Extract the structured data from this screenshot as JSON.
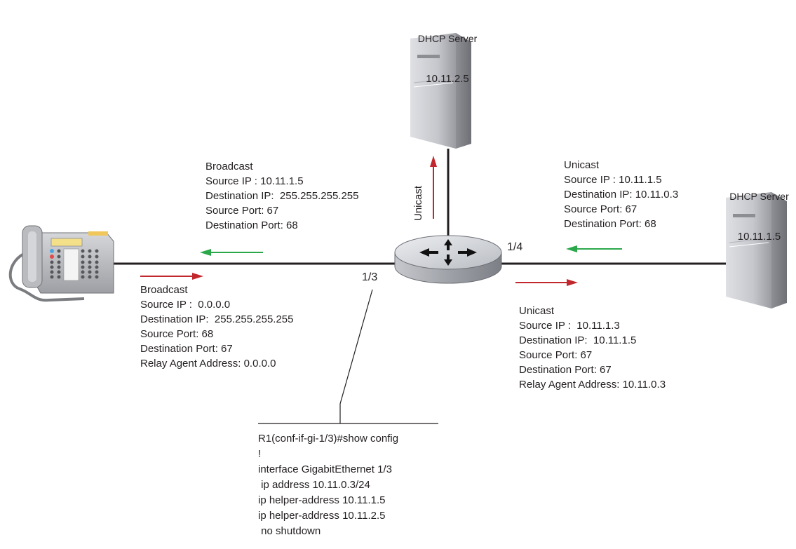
{
  "server_top": {
    "title": "DHCP Server",
    "ip": "10.11.2.5"
  },
  "server_right": {
    "title": "DHCP Server",
    "ip": "10.11.1.5"
  },
  "router_ports": {
    "left": "1/3",
    "right": "1/4"
  },
  "unicast_vertical_label": "Unicast",
  "broadcast_reply": {
    "lines": [
      "Broadcast",
      "Source IP : 10.11.1.5",
      "Destination IP:  255.255.255.255",
      "Source Port: 67",
      "Destination Port: 68"
    ]
  },
  "broadcast_request": {
    "lines": [
      "Broadcast",
      "Source IP :  0.0.0.0",
      "Destination IP:  255.255.255.255",
      "Source Port: 68",
      "Destination Port: 67",
      "Relay Agent Address: 0.0.0.0"
    ]
  },
  "unicast_reply": {
    "lines": [
      "Unicast",
      "Source IP : 10.11.1.5",
      "Destination IP: 10.11.0.3",
      "Source Port: 67",
      "Destination Port: 68"
    ]
  },
  "unicast_request": {
    "lines": [
      "Unicast",
      "Source IP :  10.11.1.3",
      "Destination IP:  10.11.1.5",
      "Source Port: 67",
      "Destination Port: 67",
      "Relay Agent Address: 10.11.0.3"
    ]
  },
  "config": {
    "lines": [
      "R1(conf-if-gi-1/3)#show config",
      "!",
      "interface GigabitEthernet 1/3",
      " ip address 10.11.0.3/24",
      "ip helper-address 10.11.1.5",
      "ip helper-address 10.11.2.5",
      " no shutdown"
    ]
  },
  "colors": {
    "request_arrow": "#c1272d",
    "reply_arrow": "#2aa84a",
    "line": "#231f20"
  }
}
